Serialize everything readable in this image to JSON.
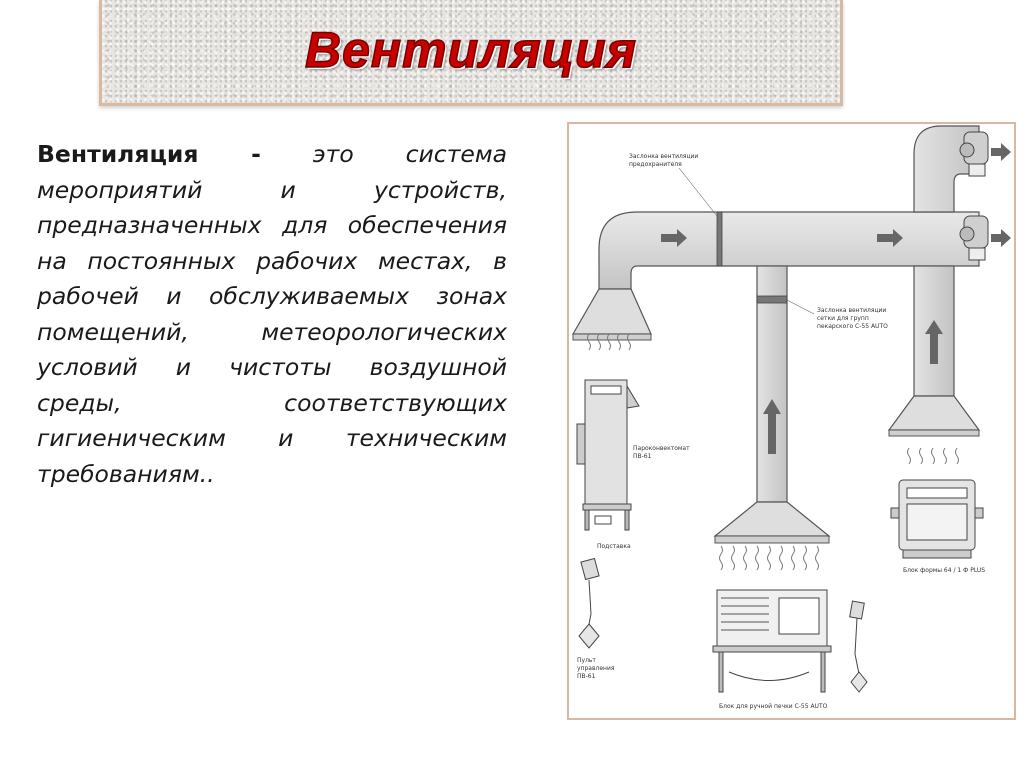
{
  "slide": {
    "title": "Вентиляция",
    "body": {
      "term": "Вентиляция -",
      "definition": " это система мероприятий и устройств, предназначенных для обеспечения на постоянных рабочих местах, в рабочей и обслуживаемых зонах помещений, метеорологических условий и чистоты воздушной среды, соответствующих гигиеническим и техническим требованиям.."
    }
  },
  "diagram": {
    "labels": {
      "damper_top_1": "Заслонка вентиляции",
      "damper_top_2": "предохранителя",
      "damper_mid_1": "Заслонка вентиляции",
      "damper_mid_2": "сетки для групп",
      "damper_mid_3": "пекарского С-55 AUTO",
      "left_device_1": "Пароконвектомат",
      "left_device_2": "ПВ-61",
      "left_stand": "Подставка",
      "remote_1": "Пульт",
      "remote_2": "управления",
      "remote_3": "ПВ-61",
      "right_oven": "Блок формы 64 / 1 Ф PLUS",
      "bottom_oven": "Блок для ручной печки С-55 AUTO"
    }
  }
}
